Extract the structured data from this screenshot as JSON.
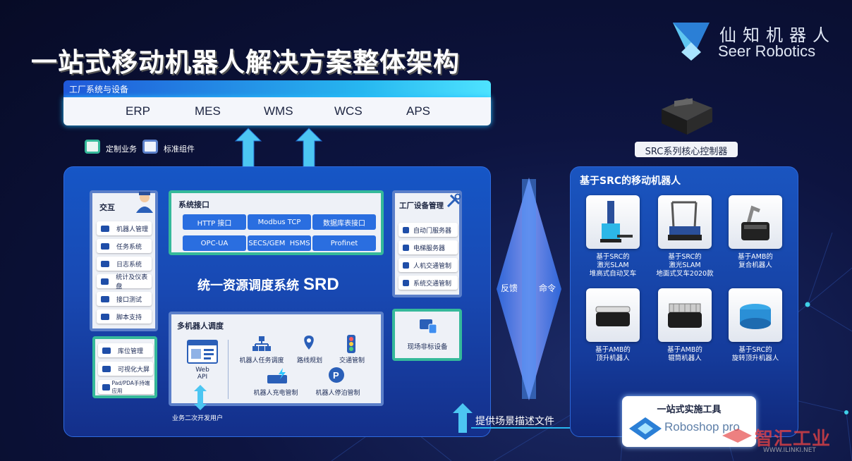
{
  "title": "一站式移动机器人解决方案整体架构",
  "logo": {
    "name_cn": "仙知机器人",
    "name_en": "Seer Robotics"
  },
  "factory": {
    "header": "工厂系统与设备",
    "systems": [
      "ERP",
      "MES",
      "WMS",
      "WCS",
      "APS"
    ]
  },
  "legend": {
    "custom": "定制业务",
    "standard": "标准组件"
  },
  "controller_label": "SRC系列核心控制器",
  "interaction": {
    "title": "交互",
    "items": [
      "机器人管理",
      "任务系统",
      "日志系统",
      "统计及仪表盘",
      "接口测试",
      "脚本支持"
    ],
    "custom_items": [
      "库位管理",
      "可视化大屏",
      "Pad/PDA手持端应用"
    ]
  },
  "system_interface": {
    "title": "系统接口",
    "chips": [
      "HTTP 接口",
      "Modbus TCP",
      "数据库表接口",
      "OPC-UA",
      "SECS/GEM  HSMS",
      "Profinet"
    ]
  },
  "srd": {
    "prefix": "统一资源调度系统",
    "name": "SRD"
  },
  "multi_robot": {
    "title": "多机器人调度",
    "web_api": "Web\nAPI",
    "functions": [
      "机器人任务调度",
      "路线规划",
      "交通管制",
      "机器人充电管制",
      "机器人停泊管制"
    ]
  },
  "secondary_dev": "业务二次开发用户",
  "equipment": {
    "title": "工厂设备管理",
    "items": [
      "自动门服务器",
      "电梯服务器",
      "人机交通管制",
      "系统交通管制"
    ],
    "custom_item": "现场非标设备"
  },
  "feedback": "反馈",
  "command": "命令",
  "scene_file": "提供场景描述文件",
  "robots": {
    "title": "基于SRC的移动机器人",
    "list": [
      "基于SRC的\n激光SLAM\n堆高式自动叉车",
      "基于SRC的\n激光SLAM\n地面式叉车2020款",
      "基于AMB的\n复合机器人",
      "基于AMB的\n顶升机器人",
      "基于AMB的\n辊筒机器人",
      "基于SRC的\n旋转顶升机器人"
    ]
  },
  "tool": {
    "title": "一站式实施工具",
    "name": "Roboshop pro"
  },
  "watermark": {
    "cn": "智汇工业",
    "url": "WWW.ILINKI.NET"
  },
  "colors": {
    "custom": "#35b99a",
    "standard": "#5b7fc9",
    "accent": "#27b7f0"
  }
}
